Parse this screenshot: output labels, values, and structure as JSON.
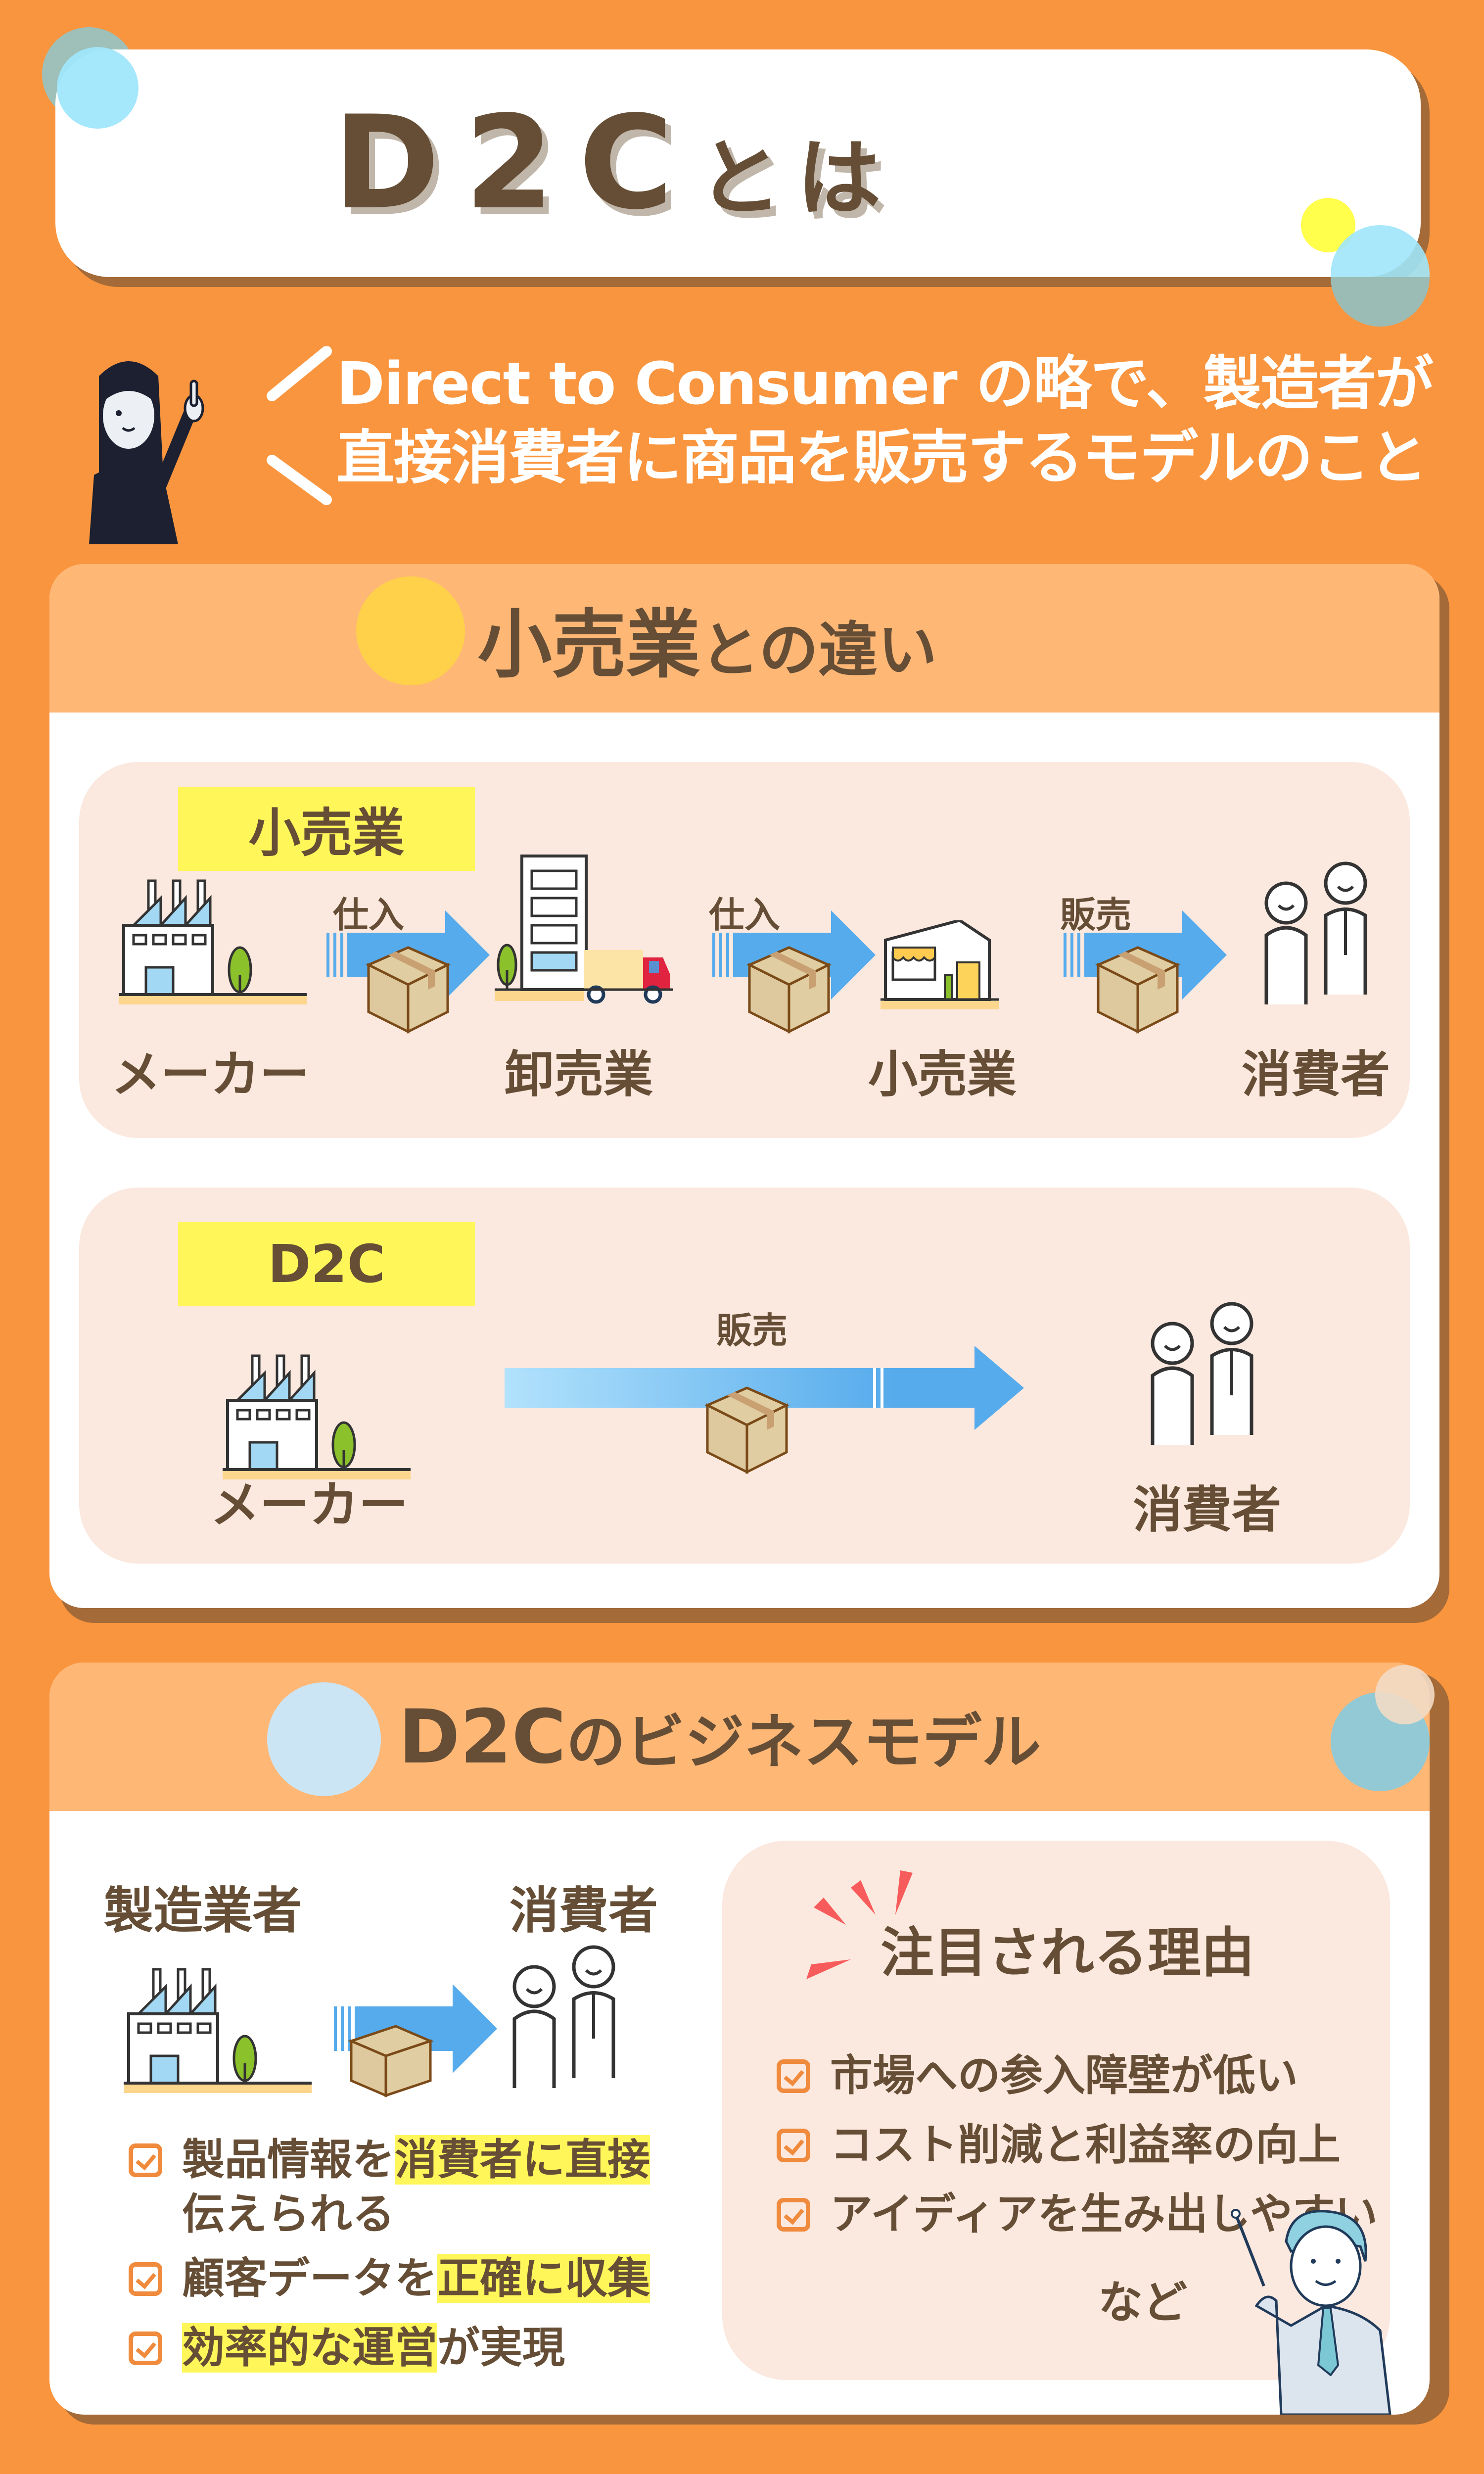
{
  "title": {
    "main": "D2C",
    "suffix": "とは"
  },
  "definition": {
    "line1": "Direct to Consumer の略で、製造者が",
    "line2": "直接消費者に商品を販売するモデルのこと"
  },
  "comparison": {
    "heading_main": "小売業",
    "heading_suffix": "との違い",
    "retail": {
      "tag": "小売業",
      "nodes": [
        "メーカー",
        "卸売業",
        "小売業",
        "消費者"
      ],
      "arrows": [
        "仕入",
        "仕入",
        "販売"
      ]
    },
    "d2c": {
      "tag": "D2C",
      "nodes": [
        "メーカー",
        "消費者"
      ],
      "arrow": "販売"
    }
  },
  "business_model": {
    "heading_main": "D2C",
    "heading_suffix": "のビジネスモデル",
    "left": {
      "from_label": "製造業者",
      "to_label": "消費者",
      "points": [
        {
          "plain_before": "製品情報を",
          "highlight": "消費者に直接",
          "plain_after": "",
          "line2": "伝えられる"
        },
        {
          "plain_before": "顧客データを",
          "highlight": "正確に収集",
          "plain_after": "",
          "line2": ""
        },
        {
          "plain_before": "",
          "highlight": "効率的な運営",
          "plain_after": "が実現",
          "line2": ""
        }
      ]
    },
    "right": {
      "title": "注目される理由",
      "reasons": [
        "市場への参入障壁が低い",
        "コスト削減と利益率の向上",
        "アイディアを生み出しやすい"
      ],
      "etc": "など"
    }
  },
  "colors": {
    "background": "#F9953E",
    "header_band": "#FFB776",
    "panel": "#FBE8DE",
    "highlight": "#FFF65A",
    "text": "#654E35",
    "arrow": "#56ABEC",
    "check": "#F08A3C"
  }
}
